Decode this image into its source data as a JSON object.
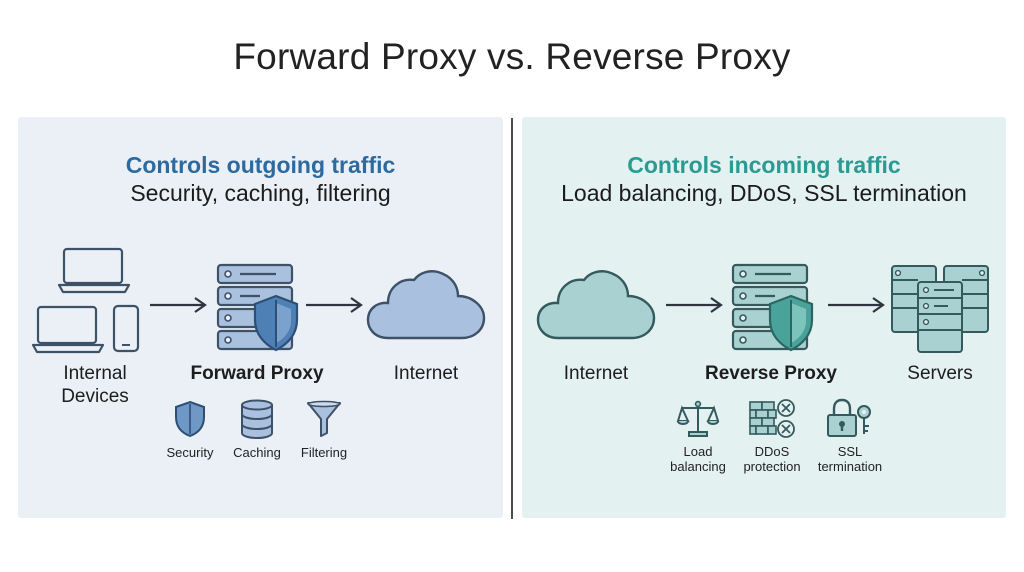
{
  "title": "Forward Proxy vs. Reverse Proxy",
  "forward": {
    "heading": "Controls outgoing traffic",
    "subheading": "Security, caching, filtering",
    "devices_label_1": "Internal",
    "devices_label_2": "Devices",
    "proxy_label": "Forward Proxy",
    "internet_label": "Internet",
    "features": [
      "Security",
      "Caching",
      "Filtering"
    ],
    "icons": [
      "laptop-icon",
      "phone-icon",
      "server-icon",
      "shield-icon",
      "cloud-icon",
      "database-icon",
      "funnel-icon"
    ]
  },
  "reverse": {
    "heading": "Controls incoming traffic",
    "subheading": "Load balancing, DDoS, SSL termination",
    "internet_label": "Internet",
    "proxy_label": "Reverse Proxy",
    "servers_label": "Servers",
    "features": [
      {
        "line1": "Load",
        "line2": "balancing"
      },
      {
        "line1": "DDoS",
        "line2": "protection"
      },
      {
        "line1": "SSL",
        "line2": "termination"
      }
    ],
    "icons": [
      "cloud-icon",
      "server-icon",
      "shield-icon",
      "servers-icon",
      "scale-icon",
      "firewall-icon",
      "lock-key-icon"
    ]
  },
  "colors": {
    "forward_accent": "#2c6aa0",
    "reverse_accent": "#2a9a92",
    "forward_fill": "#a9c1de",
    "reverse_fill": "#a9d1d1"
  }
}
